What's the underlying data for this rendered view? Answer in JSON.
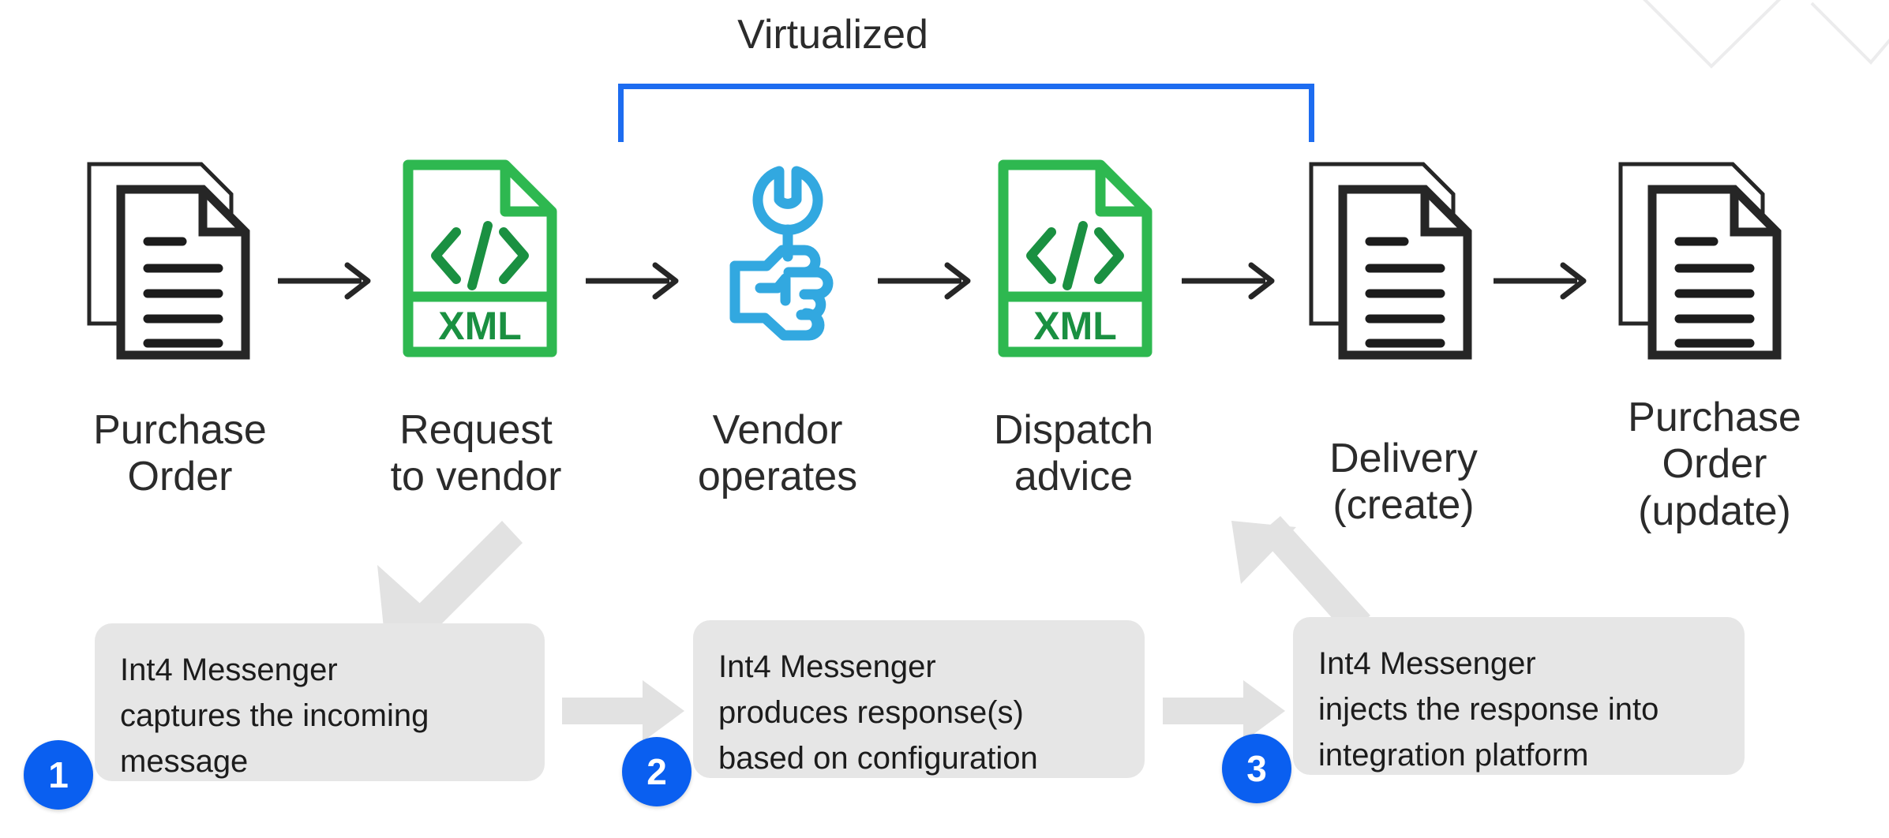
{
  "diagram": {
    "title": "Virtualized",
    "accent_blue": "#1d6cf0",
    "badge_blue": "#0a5ff0",
    "xml_green": "#2eb850",
    "xml_green_dark": "#1a9041",
    "wrench_blue": "#32a8e0",
    "doc_black": "#262626",
    "box_gray": "#e6e6e6",
    "arrow_gray": "#e2e2e2"
  },
  "bracket": {
    "label": "Virtualized"
  },
  "flow": {
    "nodes": [
      {
        "id": "purchase-order",
        "icon": "document-stack-icon",
        "label": "Purchase\nOrder"
      },
      {
        "id": "request-to-vendor",
        "icon": "xml-file-icon",
        "label": "Request\nto vendor",
        "icon_text": "XML"
      },
      {
        "id": "vendor-operates",
        "icon": "hand-wrench-icon",
        "label": "Vendor\noperates"
      },
      {
        "id": "dispatch-advice",
        "icon": "xml-file-icon",
        "label": "Dispatch\nadvice",
        "icon_text": "XML"
      },
      {
        "id": "delivery-create",
        "icon": "document-stack-icon",
        "label": "Delivery\n(create)"
      },
      {
        "id": "purchase-order-update",
        "icon": "document-stack-icon",
        "label": "Purchase\nOrder\n(update)"
      }
    ],
    "arrow_count": 5
  },
  "steps": [
    {
      "number": "1",
      "text": "Int4 Messenger\ncaptures the incoming\nmessage"
    },
    {
      "number": "2",
      "text": "Int4 Messenger\nproduces response(s)\nbased on configuration"
    },
    {
      "number": "3",
      "text": "Int4 Messenger\ninjects the response into\nintegration platform"
    }
  ]
}
